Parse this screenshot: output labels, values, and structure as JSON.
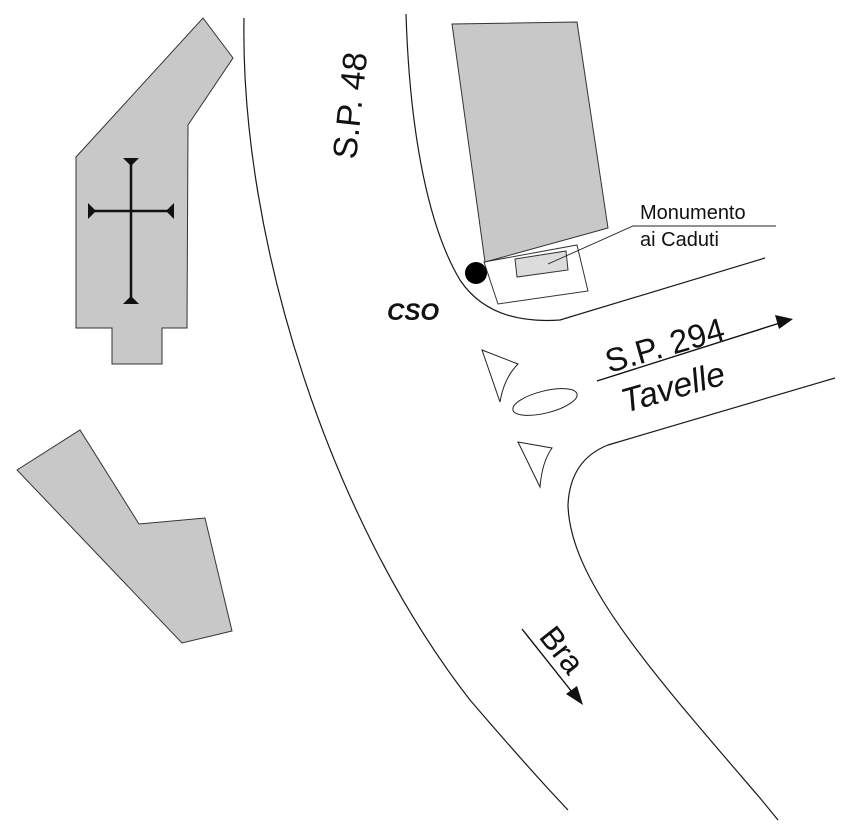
{
  "map": {
    "roads": {
      "sp48": "S.P. 48",
      "sp294": "S.P. 294",
      "tavelle": "Tavelle",
      "bra": "Bra"
    },
    "landmarks": {
      "monument_line1": "Monumento",
      "monument_line2": "ai Caduti",
      "marker_label": "CSO"
    },
    "icons": {
      "church": "cross-icon",
      "marker": "point-marker-icon"
    },
    "colors": {
      "building_fill": "#c8c8c8",
      "monument_fill": "#dcdcdc",
      "ink": "#111111",
      "background": "#ffffff"
    }
  }
}
